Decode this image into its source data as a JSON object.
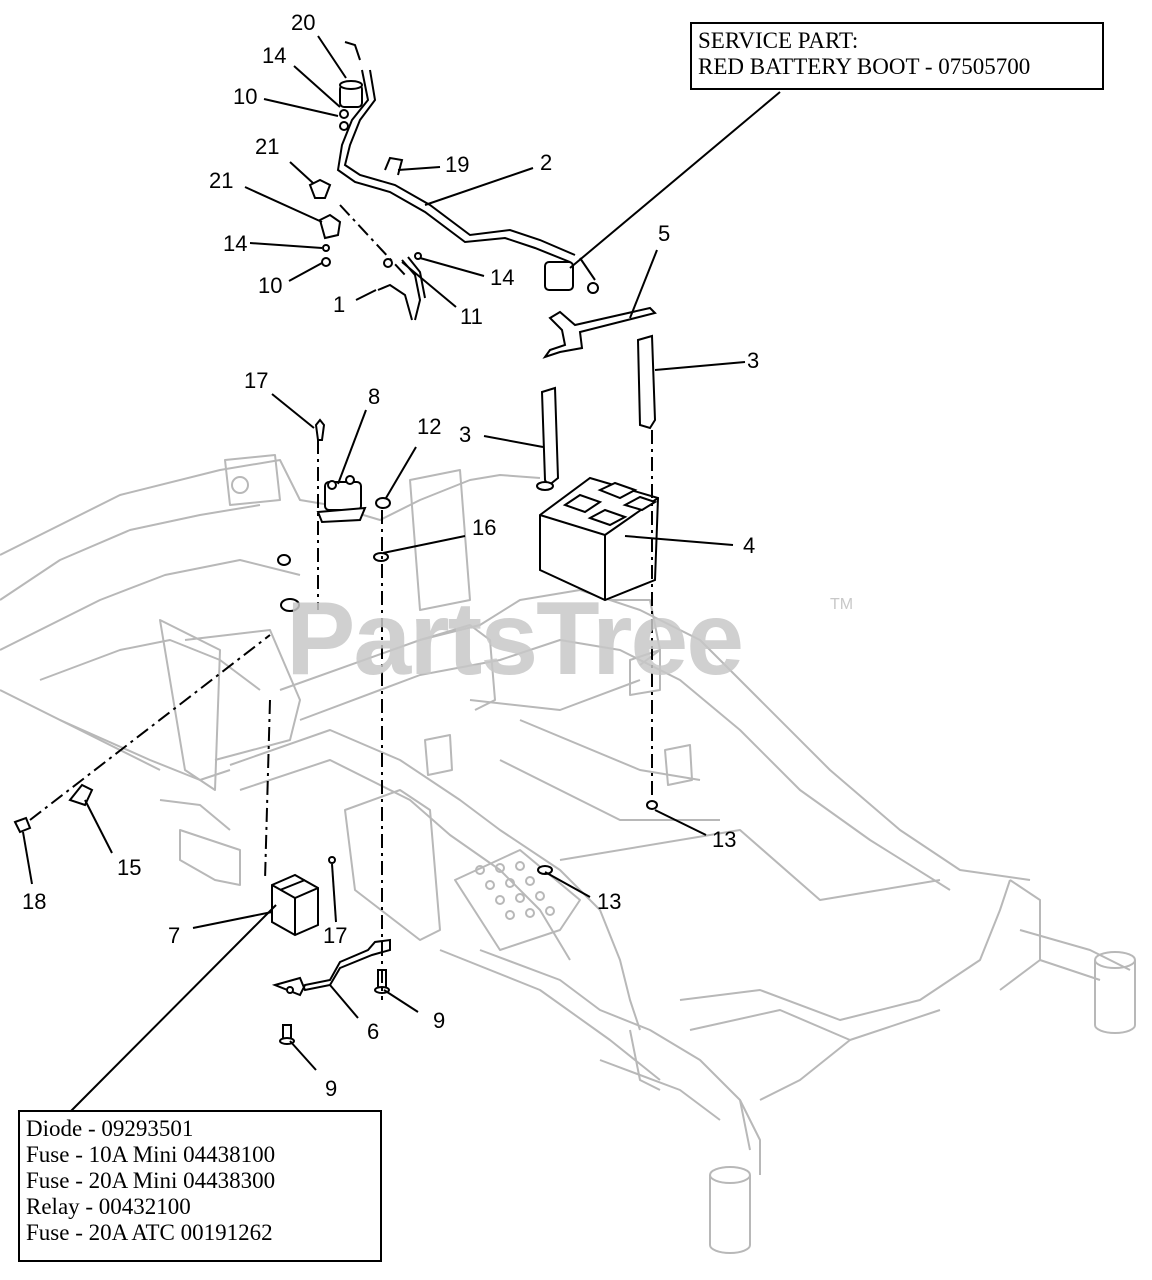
{
  "service_box": {
    "line1": "SERVICE PART:",
    "line2": "RED BATTERY BOOT - 07505700"
  },
  "parts_box": {
    "lines": [
      "Diode - 09293501",
      "Fuse - 10A Mini 04438100",
      "Fuse - 20A Mini 04438300",
      "Relay - 00432100",
      "Fuse - 20A ATC 00191262"
    ]
  },
  "watermark": {
    "text": "PartsTree",
    "tm": "TM"
  },
  "callouts": {
    "c20": "20",
    "c14a": "14",
    "c10a": "10",
    "c21a": "21",
    "c21b": "21",
    "c19": "19",
    "c2": "2",
    "c14b": "14",
    "c10b": "10",
    "c14c": "14",
    "c1": "1",
    "c11": "11",
    "c5": "5",
    "c3a": "3",
    "c3b": "3",
    "c17a": "17",
    "c8": "8",
    "c12": "12",
    "c16": "16",
    "c4": "4",
    "c13a": "13",
    "c13b": "13",
    "c15": "15",
    "c18": "18",
    "c7": "7",
    "c17b": "17",
    "c9a": "9",
    "c6": "6",
    "c9b": "9"
  }
}
